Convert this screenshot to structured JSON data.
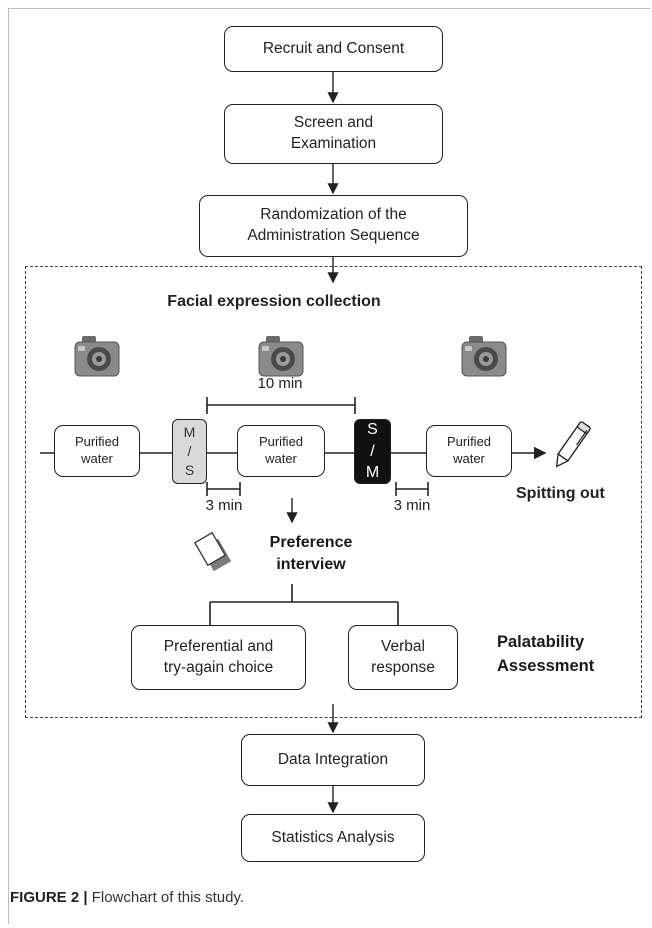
{
  "flow": {
    "recruit": "Recruit and Consent",
    "screen": [
      "Screen and",
      "Examination"
    ],
    "randomization": [
      "Randomization of the",
      "Administration Sequence"
    ],
    "data_integration": "Data Integration",
    "statistics": "Statistics Analysis"
  },
  "session": {
    "facial_title": "Facial expression collection",
    "interval_10": "10 min",
    "water_1": [
      "Purified",
      "water"
    ],
    "water_2": [
      "Purified",
      "water"
    ],
    "water_3": [
      "Purified",
      "water"
    ],
    "ms_box": [
      "M",
      "/",
      "S"
    ],
    "sm_box": [
      "S",
      "/",
      "M"
    ],
    "interval_3_left": "3 min",
    "interval_3_right": "3 min",
    "spitting": "Spitting out",
    "preference": [
      "Preference",
      "interview"
    ],
    "choice": [
      "Preferential and",
      "try-again choice"
    ],
    "verbal": [
      "Verbal",
      "response"
    ],
    "palatability": [
      "Palatability",
      "Assessment"
    ]
  },
  "caption": {
    "label": "FIGURE 2 |",
    "text": " Flowchart of this study."
  },
  "icons": [
    "camera-icon",
    "camera-icon",
    "camera-icon",
    "pen-icon",
    "questionnaire-icon"
  ]
}
